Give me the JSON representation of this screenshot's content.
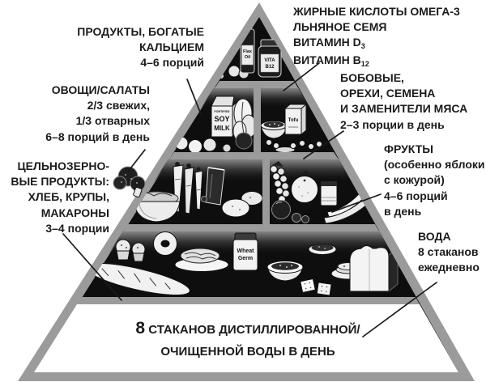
{
  "colors": {
    "background": "#ffffff",
    "pyramid_gray": "#9b9b9b",
    "cell_black": "#0e0e0e",
    "text": "#1b1b1b",
    "callout_line": "#1a1a1a"
  },
  "labels": {
    "omega3": {
      "line1": "ЖИРНЫЕ КИСЛОТЫ ОМЕГА-3",
      "line2": "ЛЬНЯНОЕ СЕМЯ",
      "line3_base": "ВИТАМИН D",
      "line3_sub": "3",
      "line4_base": "ВИТАМИН B",
      "line4_sub": "12"
    },
    "calcium": {
      "lines": [
        "ПРОДУКТЫ, БОГАТЫЕ",
        "КАЛЬЦИЕМ",
        "4–6 порций"
      ]
    },
    "vegetables": {
      "lines": [
        "ОВОЩИ/САЛАТЫ",
        "2/3 свежих,",
        "1/3 отварных",
        "6–8 порций в день"
      ]
    },
    "legumes": {
      "lines": [
        "БОБОВЫЕ,",
        "ОРЕХИ, СЕМЕНА",
        "И ЗАМЕНИТЕЛИ МЯСА",
        "2–3 порции в день"
      ]
    },
    "fruits": {
      "lines": [
        "ФРУКТЫ",
        "(особенно яблоки",
        "с кожурой)",
        "4–6 порций",
        "в день"
      ]
    },
    "grains": {
      "lines": [
        "ЦЕЛЬНОЗЕРНО-",
        "ВЫЕ ПРОДУКТЫ:",
        "ХЛЕБ, КРУПЫ,",
        "МАКАРОНЫ",
        "3–4 порции"
      ]
    },
    "water": {
      "lines": [
        "ВОДА",
        "8 стаканов",
        "ежедневно"
      ]
    },
    "bottom_note": {
      "big_number": "8",
      "line1_rest": " СТАКАНОВ ДИСТИЛЛИРОВАННОЙ/",
      "line2": "ОЧИЩЕННОЙ ВОДЫ В ДЕНЬ"
    }
  },
  "artwork_text": {
    "flax_line1": "Flax",
    "flax_line2": "Oil",
    "vitamin_line1": "VITA",
    "vitamin_line2": "B12",
    "soy_line1": "FORTIFIED",
    "soy_line2": "SOY",
    "soy_line3": "MILK",
    "tofu": "Tofu",
    "wheat_line1": "Wheat",
    "wheat_line2": "Germ"
  }
}
